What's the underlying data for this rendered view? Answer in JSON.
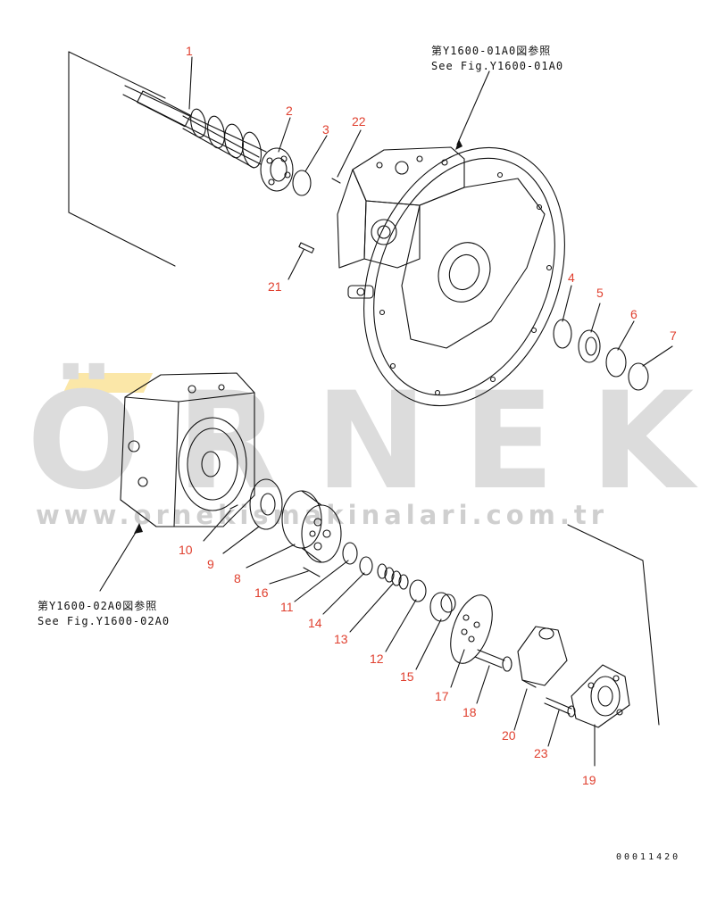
{
  "watermark": {
    "brand": "ÖRNEK",
    "url": "www.ornekismakinalari.com.tr"
  },
  "references": {
    "top_jp": "第Y1600-01A0図参照",
    "top_en": "See Fig.Y1600-01A0",
    "left_jp": "第Y1600-02A0図参照",
    "left_en": "See Fig.Y1600-02A0"
  },
  "parts": [
    "1",
    "2",
    "3",
    "4",
    "5",
    "6",
    "7",
    "8",
    "9",
    "10",
    "11",
    "12",
    "13",
    "14",
    "15",
    "16",
    "17",
    "18",
    "19",
    "20",
    "21",
    "22",
    "23"
  ],
  "drawing_code": "00011420",
  "colors": {
    "callout_number": "#e0402f",
    "line": "#111111",
    "watermark": "#dcdcdc",
    "watermark_accent": "#fbe7a8"
  }
}
